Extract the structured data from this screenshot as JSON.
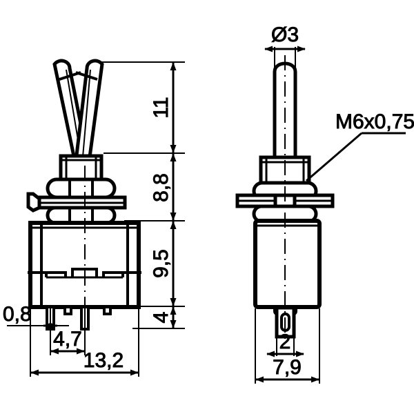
{
  "drawing": {
    "title": "Miniature toggle switch — dimensioned mechanical drawing",
    "units": "mm",
    "decimal_separator": "comma",
    "line_color": "#000000",
    "background_color": "#ffffff",
    "views": [
      {
        "name": "side-view",
        "position": "left",
        "description": "Side elevation showing toggle lever in two switched positions forming a V"
      },
      {
        "name": "front-view",
        "position": "right",
        "description": "Front elevation showing upright toggle lever, threaded bushing and terminal"
      }
    ],
    "dimensions": {
      "lever_length": "11",
      "bushing_height": "8,8",
      "body_height": "9,5",
      "terminal_length": "4",
      "pin_thickness": "0,8",
      "pin_pitch": "4,7",
      "body_width": "13,2",
      "lever_diameter": "Ø3",
      "thread_spec": "M6x0,75",
      "terminal_width": "2",
      "body_depth": "7,9"
    },
    "labels": [
      {
        "id": "lever_length",
        "text": "11",
        "view": "side-view",
        "orientation": "vertical"
      },
      {
        "id": "bushing_height",
        "text": "8,8",
        "view": "side-view",
        "orientation": "vertical"
      },
      {
        "id": "body_height",
        "text": "9,5",
        "view": "side-view",
        "orientation": "vertical"
      },
      {
        "id": "terminal_length",
        "text": "4",
        "view": "side-view",
        "orientation": "vertical"
      },
      {
        "id": "pin_thickness",
        "text": "0,8",
        "view": "side-view",
        "orientation": "horizontal"
      },
      {
        "id": "pin_pitch",
        "text": "4,7",
        "view": "side-view",
        "orientation": "horizontal"
      },
      {
        "id": "body_width",
        "text": "13,2",
        "view": "side-view",
        "orientation": "horizontal"
      },
      {
        "id": "lever_diameter",
        "text": "Ø3",
        "view": "front-view",
        "orientation": "horizontal"
      },
      {
        "id": "thread_spec",
        "text": "M6x0,75",
        "view": "front-view",
        "orientation": "horizontal"
      },
      {
        "id": "terminal_width",
        "text": "2",
        "view": "front-view",
        "orientation": "horizontal"
      },
      {
        "id": "body_depth",
        "text": "7,9",
        "view": "front-view",
        "orientation": "horizontal"
      }
    ]
  }
}
